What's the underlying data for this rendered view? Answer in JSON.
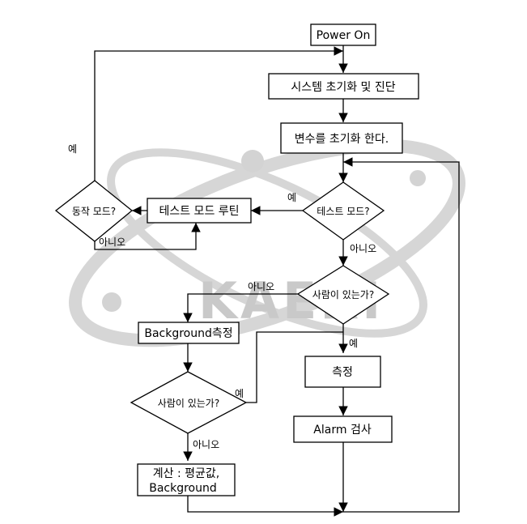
{
  "watermark": {
    "logo_text": "KAERI"
  },
  "nodes": {
    "power_on": "Power On",
    "system_init": "시스템 초기화 및 진단",
    "var_init": "변수를 초기화 한다.",
    "test_mode_q": "테스트 모드?",
    "test_mode_routine": "테스트 모드 루틴",
    "run_mode_q": "동작 모드?",
    "person_q1": "사람이 있는가?",
    "background_measure": "Background측정",
    "measure": "측정",
    "person_q2": "사람이 있는가?",
    "alarm_check": "Alarm 검사",
    "calc_line1": "계산 : 평균값,",
    "calc_line2": "Background"
  },
  "edge_labels": {
    "run_mode_yes": "예",
    "test_mode_yes": "예",
    "run_mode_no": "아니오",
    "test_mode_no": "아니오",
    "person1_no": "아니오",
    "person1_yes": "예",
    "person2_yes": "예",
    "person2_no": "아니오"
  }
}
